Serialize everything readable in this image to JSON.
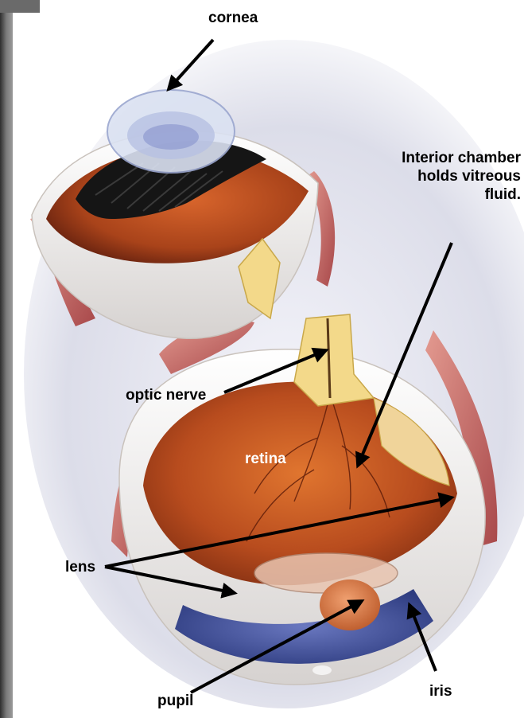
{
  "labels": {
    "cornea": "cornea",
    "interior_line1": "Interior chamber",
    "interior_line2": "holds vitreous",
    "interior_line3": "fluid.",
    "optic_nerve": "optic nerve",
    "retina": "retina",
    "lens": "lens",
    "pupil": "pupil",
    "iris": "iris"
  },
  "colors": {
    "frame": "#5a5a5a",
    "background_tint": "#d8d9e8",
    "eye_interior": "#b85020",
    "sclera": "#f2ede6",
    "muscle": "#c8706a",
    "iris": "#3d4f9a",
    "black_fringe": "#1a1a1a",
    "optic_nerve": "#f0d070",
    "arrow": "#000000"
  }
}
